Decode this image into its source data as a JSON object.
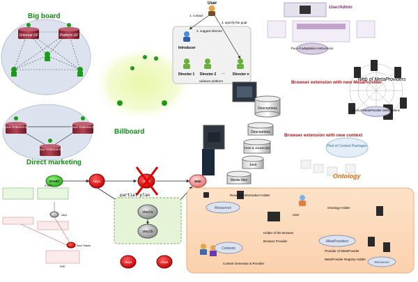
{
  "big_board": {
    "title": "Big board",
    "db1": "Ontomat DF",
    "db2": "Platform DF"
  },
  "direct_marketing": {
    "title": "Direct marketing",
    "db1": "Local Ontomat DF",
    "db2": "Local Ontomat DF",
    "db3": "Local Ontomat DF"
  },
  "billboard": {
    "title": "Billboard"
  },
  "ubiware": {
    "user": "User",
    "step1": "1. contact",
    "step2": "2. suggest director",
    "step3": "3. specify the goal",
    "introducer": "Introducer",
    "director1": "Director 1",
    "director2": "Director 2",
    "dots": "...",
    "directorn": "Director n",
    "platform": "Ubiware platform"
  },
  "descriptions_db": "Descriptions",
  "browser_ext_provider": "Browser extension with new MetaProvider",
  "user_admin": "User/Admin",
  "web_meta": "Web of MetaProviders",
  "pool_meta": "Pool of MetaProvider Descriptions",
  "pool_adapters": "Pool of adaptation Instructions",
  "browser_ext_context": "Browser extension with new context",
  "pool_context": "Pool of Context Packages",
  "server_stack": {
    "descriptions": "Descriptions",
    "html": "Html & JavaScript",
    "java": "Java",
    "media": "Media files"
  },
  "workflow": {
    "start": "START",
    "step1": "step1",
    "step2": "step2",
    "step3": "step3",
    "end": "END",
    "partial_plan": "partial plan",
    "step2a": "step2a",
    "step2b": "step2b",
    "step4": "step4",
    "sub_start": "START",
    "sub_step": "step1",
    "sub_end": "Send Tickets",
    "sub_end2": "END"
  },
  "ontology": {
    "title": "Ontology",
    "resource_info": "Resource Information Holder",
    "resources": "Resources",
    "ontology_holder": "Ontology Holder",
    "user": "User",
    "holder_browser": "Holder of the Browser",
    "browser_provider": "Browser Provider",
    "contexts": "Contexts",
    "context_gen": "Context Generator & Provider",
    "metaproviders": "MetaProviders",
    "provider_of": "Provider of MetaProvider",
    "registry": "MetaProvider Registry Holder",
    "resources2": "Resources"
  }
}
